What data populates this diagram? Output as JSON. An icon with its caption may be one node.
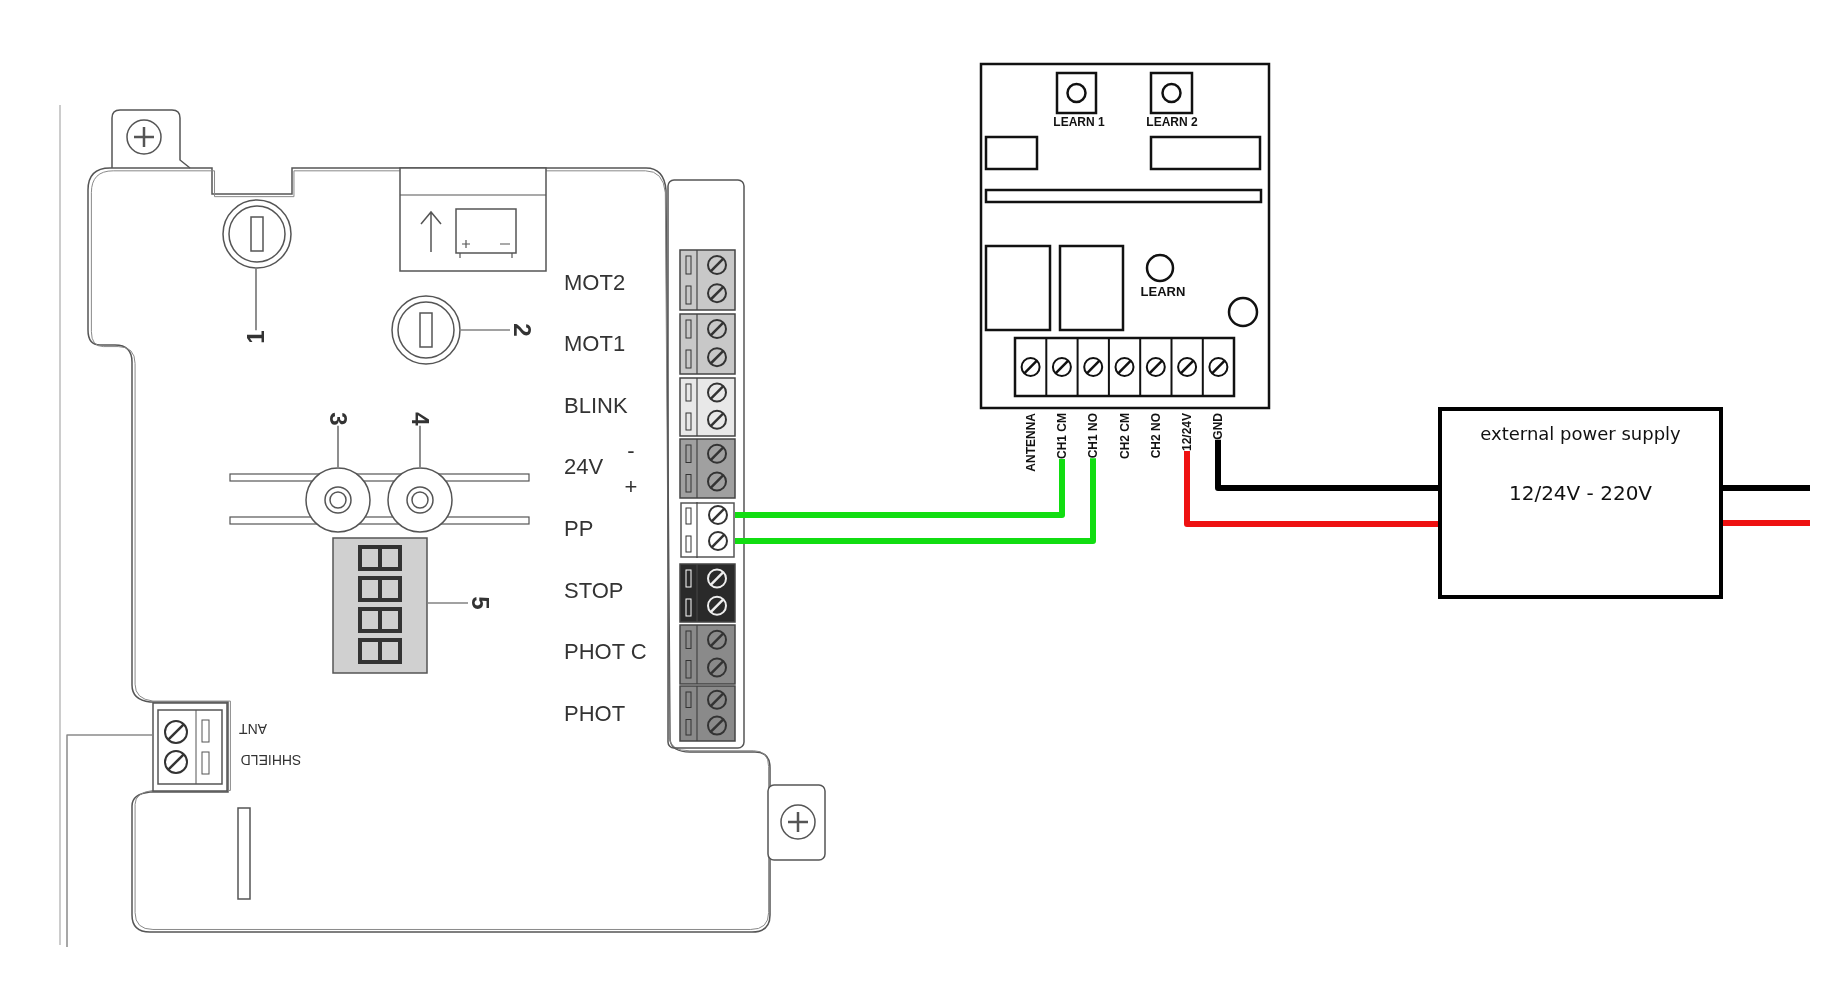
{
  "diagram": {
    "nodes": [
      {
        "text": [],
        "shape": "picture"
      },
      {
        "text": [
          "1"
        ],
        "in": 0
      },
      {
        "text": [],
        "shape": "circle",
        "in": 0
      },
      {
        "text": [
          "2"
        ],
        "in": 0
      },
      {
        "text": [],
        "shape": "circle",
        "in": 0
      },
      {
        "text": [
          "3"
        ],
        "in": 0
      },
      {
        "text": [],
        "shape": "circle",
        "in": 0
      },
      {
        "text": [
          "4"
        ],
        "in": 0
      },
      {
        "text": [],
        "shape": "circle",
        "in": 0
      },
      {
        "text": [
          "5"
        ],
        "in": 0
      },
      {
        "text": [],
        "shape": "box",
        "in": 0
      },
      {
        "text": [],
        "shape": "box",
        "in": 0
      },
      {
        "text": [],
        "shape": "box",
        "in": 0
      },
      {
        "text": [],
        "shape": "box"
      },
      {
        "text": [
          "CH1 CM"
        ]
      },
      {
        "text": [
          "CH1 NO"
        ]
      },
      {
        "text": [
          "12/24V"
        ]
      },
      {
        "text": [
          "GND"
        ]
      },
      {
        "text": [
          "external power supply",
          "12/24V - 220V"
        ]
      }
    ],
    "edges": [
      {
        "from": 1,
        "to": 2,
        "arrow": "none"
      },
      {
        "from": 3,
        "to": 4,
        "arrow": "none"
      },
      {
        "from": 5,
        "to": 6,
        "arrow": "none"
      },
      {
        "from": 7,
        "to": 8,
        "arrow": "none"
      },
      {
        "from": 9,
        "to": 10,
        "arrow": "none"
      },
      {
        "from": 11,
        "to": 14,
        "arrow": "none",
        "style": "thick",
        "color": "#11dd11"
      },
      {
        "from": 11,
        "to": 15,
        "arrow": "none",
        "style": "thick",
        "color": "#11dd11"
      },
      {
        "from": 16,
        "to": 18,
        "arrow": "none",
        "style": "thick",
        "color": "#ee1111"
      },
      {
        "from": 17,
        "to": 18,
        "arrow": "none",
        "style": "thick",
        "color": "#000000"
      },
      {
        "from": 18,
        "to": null,
        "arrow": "none",
        "style": "thick",
        "color": "#000000"
      },
      {
        "from": 18,
        "to": null,
        "arrow": "none",
        "style": "thick",
        "color": "#ee1111"
      },
      {
        "from": null,
        "to": 12,
        "arrow": "none"
      }
    ],
    "labels": [
      "MOT2",
      "MOT1",
      "BLINK",
      "24V",
      "-",
      "+",
      "PP",
      "STOP",
      "PHOT C",
      "PHOT",
      "ANT",
      "SHHIELD",
      "LEARN 1",
      "LEARN 2",
      "LEARN",
      "ANTENNA",
      "CH2 CM",
      "CH2 NO"
    ]
  }
}
